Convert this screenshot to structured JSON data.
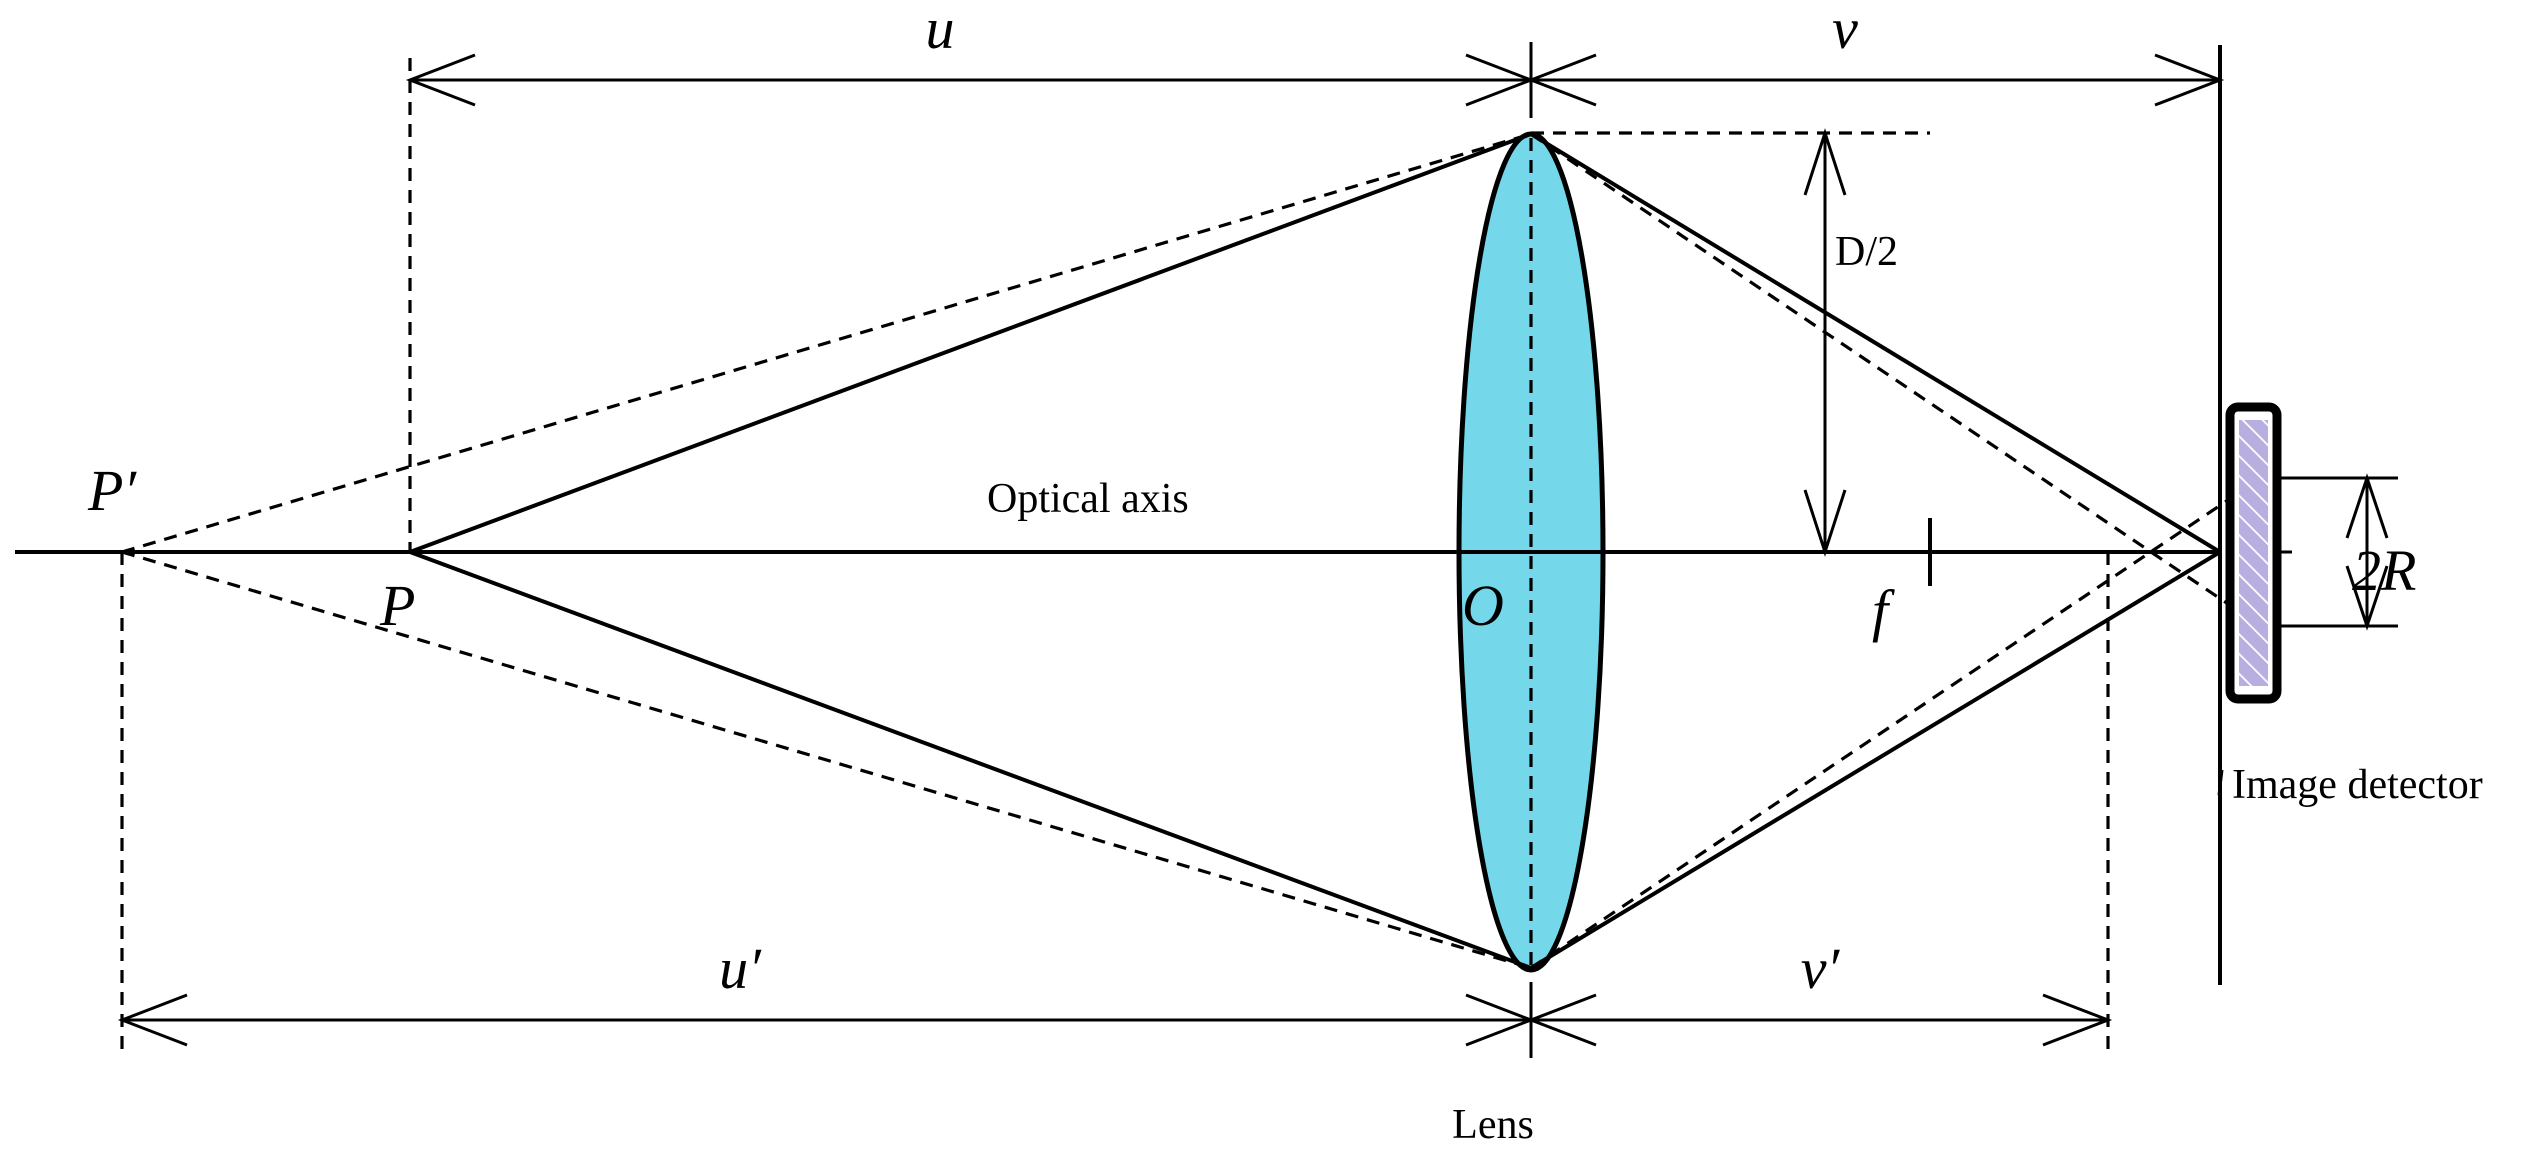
{
  "labels": {
    "u": "u",
    "v": "v",
    "u_prime": "u′",
    "v_prime": "v′",
    "d_half": "D/2",
    "p_prime": "P′",
    "p": "P",
    "o": "O",
    "f": "f",
    "two_r": "2R",
    "optical_axis": "Optical axis",
    "image_detector": "Image detector",
    "lens": "Lens"
  },
  "colors": {
    "lens_fill": "#74D8EA",
    "detector_hatch": "#B8AEE0",
    "line": "#000000"
  }
}
